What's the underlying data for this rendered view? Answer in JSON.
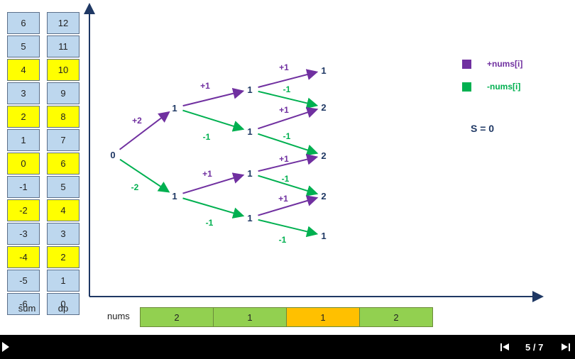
{
  "sum_column": {
    "label": "sum",
    "cells": [
      {
        "text": "6",
        "color": "#bdd7ee"
      },
      {
        "text": "5",
        "color": "#bdd7ee"
      },
      {
        "text": "4",
        "color": "#ffff00"
      },
      {
        "text": "3",
        "color": "#bdd7ee"
      },
      {
        "text": "2",
        "color": "#ffff00"
      },
      {
        "text": "1",
        "color": "#bdd7ee"
      },
      {
        "text": "0",
        "color": "#ffff00"
      },
      {
        "text": "-1",
        "color": "#bdd7ee"
      },
      {
        "text": "-2",
        "color": "#ffff00"
      },
      {
        "text": "-3",
        "color": "#bdd7ee"
      },
      {
        "text": "-4",
        "color": "#ffff00"
      },
      {
        "text": "-5",
        "color": "#bdd7ee"
      },
      {
        "text": "-6",
        "color": "#bdd7ee"
      }
    ]
  },
  "dp_column": {
    "label": "dp",
    "cells": [
      {
        "text": "12",
        "color": "#bdd7ee"
      },
      {
        "text": "11",
        "color": "#bdd7ee"
      },
      {
        "text": "10",
        "color": "#ffff00"
      },
      {
        "text": "9",
        "color": "#bdd7ee"
      },
      {
        "text": "8",
        "color": "#ffff00"
      },
      {
        "text": "7",
        "color": "#bdd7ee"
      },
      {
        "text": "6",
        "color": "#ffff00"
      },
      {
        "text": "5",
        "color": "#bdd7ee"
      },
      {
        "text": "4",
        "color": "#ffff00"
      },
      {
        "text": "3",
        "color": "#bdd7ee"
      },
      {
        "text": "2",
        "color": "#ffff00"
      },
      {
        "text": "1",
        "color": "#bdd7ee"
      },
      {
        "text": "0",
        "color": "#bdd7ee"
      }
    ]
  },
  "tree": {
    "nodes": [
      "0",
      "1",
      "1",
      "1",
      "1",
      "1",
      "1",
      "1",
      "2",
      "2",
      "2",
      "2",
      "1"
    ],
    "edge_labels": [
      "+2",
      "-2",
      "+1",
      "-1",
      "+1",
      "-1",
      "+1",
      "-1",
      "+1",
      "-1",
      "+1",
      "-1",
      "+1",
      "-1"
    ]
  },
  "legend": {
    "plus_label": "+nums[i]",
    "minus_label": "-nums[i]",
    "plus_color": "#7030a0",
    "minus_color": "#00b050"
  },
  "target": "S = 0",
  "nums": {
    "label": "nums",
    "cells": [
      {
        "text": "2",
        "color": "#92d050"
      },
      {
        "text": "1",
        "color": "#92d050"
      },
      {
        "text": "1",
        "color": "#ffc000"
      },
      {
        "text": "2",
        "color": "#92d050"
      }
    ]
  },
  "node_color": "#1f3864",
  "axis_color": "#1f3864",
  "player": {
    "page_indicator": "5 / 7"
  }
}
